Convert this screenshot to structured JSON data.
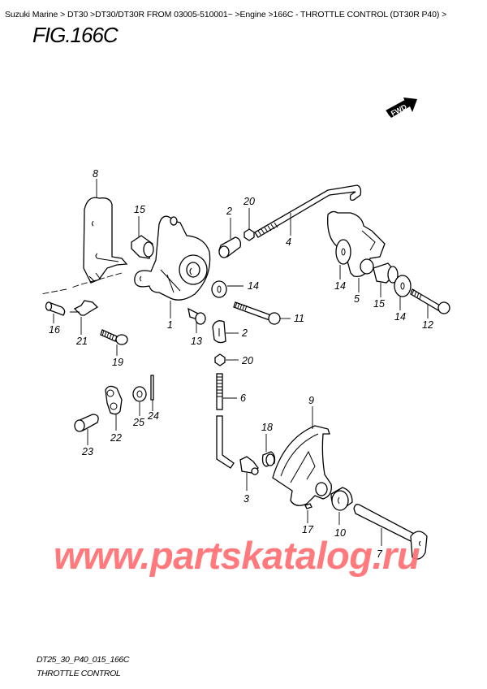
{
  "breadcrumb": {
    "items": [
      "Suzuki Marine",
      "DT30",
      "DT30/DT30R FROM 03005-510001~",
      "Engine",
      "166C - THROTTLE CONTROL (DT30R P40)"
    ],
    "separator": ">",
    "text": "Suzuki Marine > DT30 >DT30/DT30R FROM 03005-510001~ >Engine >166C - THROTTLE CONTROL (DT30R P40) >"
  },
  "figure": {
    "title": "FIG.166C",
    "direction_badge": "FWD",
    "drawing_code": "DT25_30_P40_015_166C",
    "drawing_name": "THROTTLE CONTROL"
  },
  "watermark": "www.partskatalog.ru",
  "callouts": {
    "c1": "1",
    "c2a": "2",
    "c2b": "2",
    "c3": "3",
    "c4": "4",
    "c5": "5",
    "c6": "6",
    "c7": "7",
    "c8": "8",
    "c9": "9",
    "c10": "10",
    "c11": "11",
    "c12": "12",
    "c13": "13",
    "c14a": "14",
    "c14b": "14",
    "c14c": "14",
    "c15a": "15",
    "c15b": "15",
    "c16": "16",
    "c17": "17",
    "c18": "18",
    "c19": "19",
    "c20a": "20",
    "c20b": "20",
    "c21": "21",
    "c22": "22",
    "c23": "23",
    "c24": "24",
    "c25": "25"
  }
}
